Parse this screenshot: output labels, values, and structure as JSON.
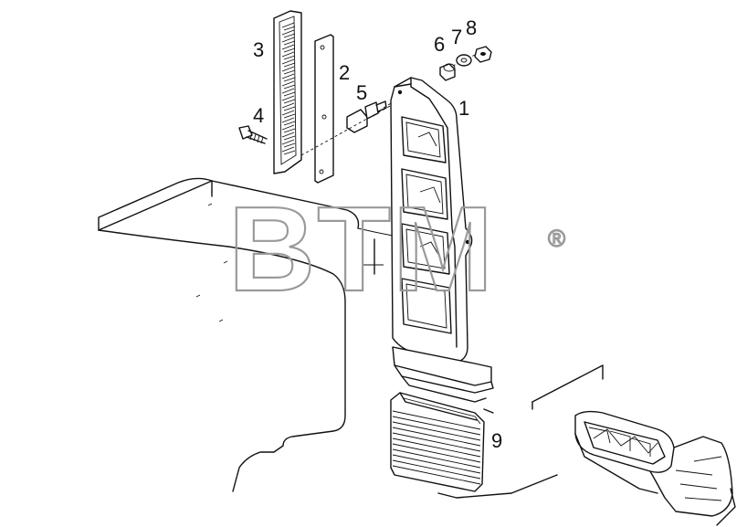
{
  "watermark": {
    "text": "BTM",
    "mark": "®"
  },
  "callouts": [
    {
      "id": "1",
      "label": "1"
    },
    {
      "id": "2",
      "label": "2"
    },
    {
      "id": "3",
      "label": "3"
    },
    {
      "id": "4",
      "label": "4"
    },
    {
      "id": "5",
      "label": "5"
    },
    {
      "id": "6",
      "label": "6"
    },
    {
      "id": "7",
      "label": "7"
    },
    {
      "id": "8",
      "label": "8"
    },
    {
      "id": "9",
      "label": "9"
    }
  ]
}
